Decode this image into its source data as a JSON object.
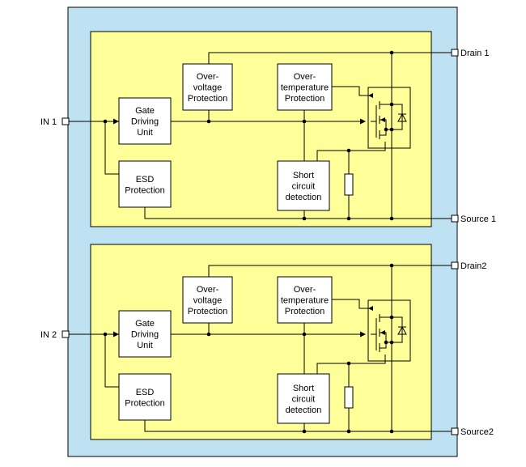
{
  "colors": {
    "outer_fill": "#bfe2f2",
    "channel_fill": "#ffff99",
    "block_fill": "#ffffff",
    "line": "#000000"
  },
  "channels": [
    {
      "input_label": "IN 1",
      "drain_label": "Drain 1",
      "source_label": "Source 1",
      "gate_lines": [
        "Gate",
        "Driving",
        "Unit"
      ],
      "esd_lines": [
        "ESD",
        "Protection"
      ],
      "ovp_lines": [
        "Over-",
        "voltage",
        "Protection"
      ],
      "otp_lines": [
        "Over-",
        "temperature",
        "Protection"
      ],
      "scd_lines": [
        "Short",
        "circuit",
        "detection"
      ]
    },
    {
      "input_label": "IN 2",
      "drain_label": "Drain2",
      "source_label": "Source2",
      "gate_lines": [
        "Gate",
        "Driving",
        "Unit"
      ],
      "esd_lines": [
        "ESD",
        "Protection"
      ],
      "ovp_lines": [
        "Over-",
        "voltage",
        "Protection"
      ],
      "otp_lines": [
        "Over-",
        "temperature",
        "Protection"
      ],
      "scd_lines": [
        "Short",
        "circuit",
        "detection"
      ]
    }
  ]
}
